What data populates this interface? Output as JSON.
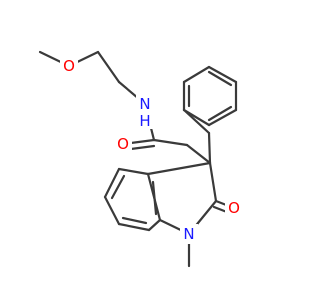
{
  "structure": {
    "atoms": [
      {
        "id": "O1",
        "element": "O",
        "label": "O",
        "color": "#ff0000"
      },
      {
        "id": "N1",
        "element": "N",
        "label": "N",
        "color": "#1a1aff"
      },
      {
        "id": "H1",
        "element": "H",
        "label": "H",
        "color": "#1a1aff"
      },
      {
        "id": "O2",
        "element": "O",
        "label": "O",
        "color": "#ff0000"
      },
      {
        "id": "O3",
        "element": "O",
        "label": "O",
        "color": "#ff0000"
      },
      {
        "id": "N2",
        "element": "N",
        "label": "N",
        "color": "#1a1aff"
      }
    ],
    "bond_color": "#3a3a3a"
  }
}
